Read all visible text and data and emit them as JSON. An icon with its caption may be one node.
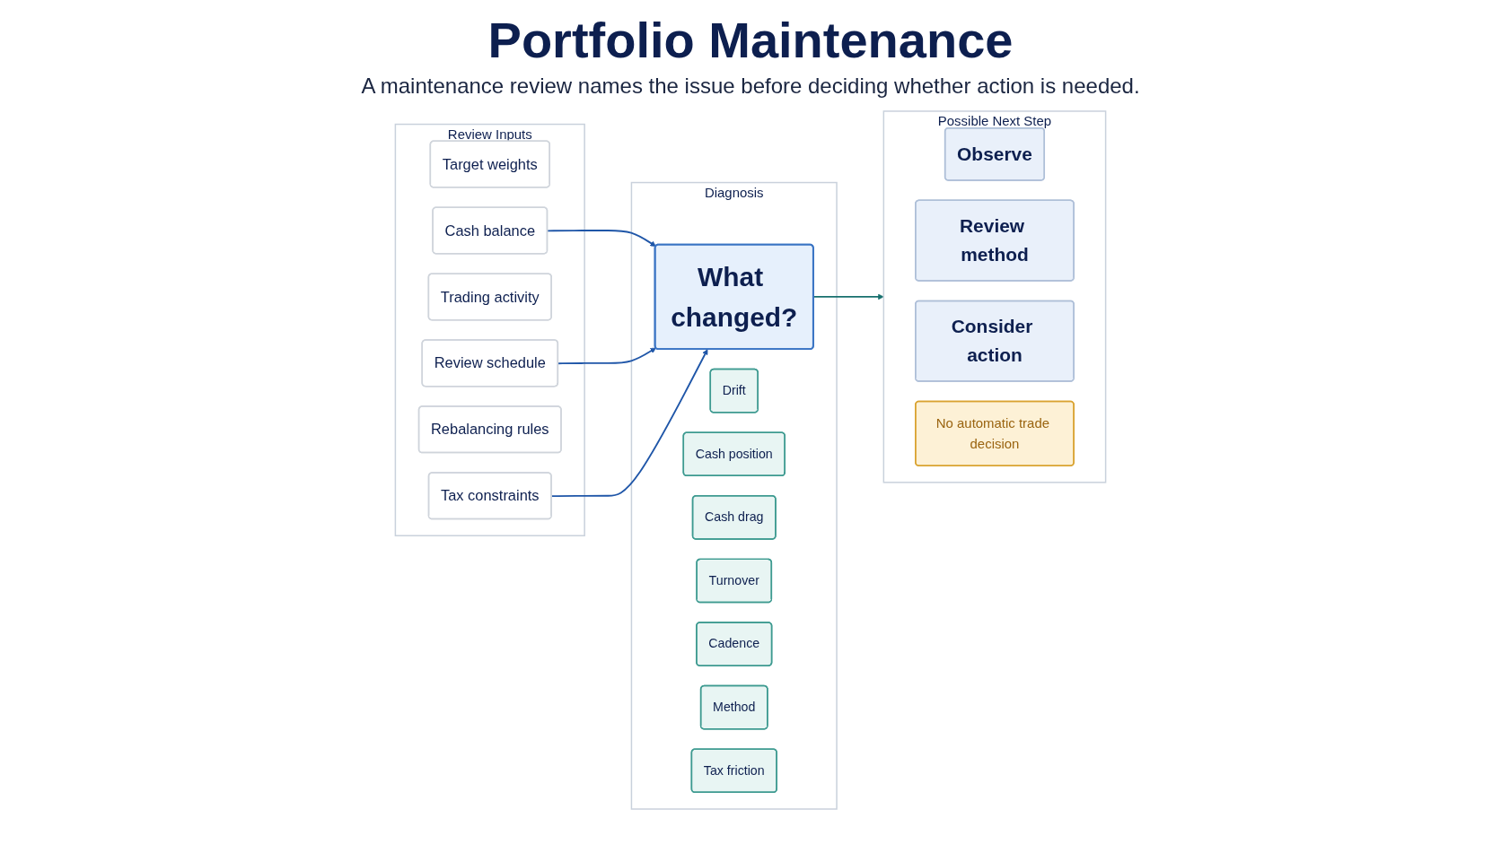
{
  "diagram": {
    "title": "Portfolio Maintenance",
    "caption": "A maintenance review names the issue before deciding whether action is needed.",
    "nodes": [
      {
        "text": [
          "Review Inputs"
        ]
      },
      {
        "text": [
          "Target weights"
        ],
        "in": 0
      },
      {
        "text": [
          "Cash balance"
        ],
        "in": 0
      },
      {
        "text": [
          "Trading activity"
        ],
        "in": 0
      },
      {
        "text": [
          "Review schedule"
        ],
        "in": 0
      },
      {
        "text": [
          "Rebalancing rules"
        ],
        "in": 0
      },
      {
        "text": [
          "Tax constraints"
        ],
        "in": 0
      },
      {
        "text": [
          "Diagnosis"
        ]
      },
      {
        "text": [
          "What changed?"
        ],
        "in": 7
      },
      {
        "text": [
          "Drift"
        ],
        "in": 7
      },
      {
        "text": [
          "Cash position"
        ],
        "in": 7
      },
      {
        "text": [
          "Cash drag"
        ],
        "in": 7
      },
      {
        "text": [
          "Turnover"
        ],
        "in": 7
      },
      {
        "text": [
          "Cadence"
        ],
        "in": 7
      },
      {
        "text": [
          "Method"
        ],
        "in": 7
      },
      {
        "text": [
          "Tax friction"
        ],
        "in": 7
      },
      {
        "text": [
          "Possible Next Step"
        ]
      },
      {
        "text": [
          "Observe"
        ],
        "in": 16
      },
      {
        "text": [
          "Review method"
        ],
        "in": 16
      },
      {
        "text": [
          "Consider action"
        ],
        "in": 16
      },
      {
        "text": [
          "No automatic trade decision"
        ],
        "in": 16
      }
    ],
    "edges": [
      {
        "from": 2,
        "to": 8,
        "arrow": "to"
      },
      {
        "from": 4,
        "to": 8,
        "arrow": "to"
      },
      {
        "from": 6,
        "to": 8,
        "arrow": "to"
      },
      {
        "from": 8,
        "to": 16,
        "arrow": "to",
        "color": "#17706e"
      }
    ]
  }
}
